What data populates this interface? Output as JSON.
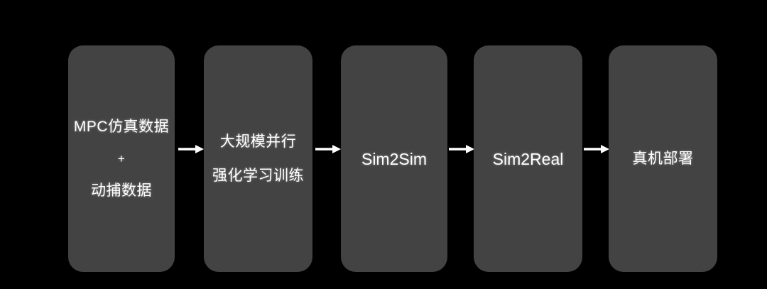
{
  "diagram": {
    "background_color": "#000000",
    "box_color": "#434343",
    "text_color": "#ffffff",
    "arrow_color": "#ffffff",
    "stages": [
      {
        "id": "mpc-sim-data",
        "lines": [
          "MPC仿真数据",
          "+",
          "动捕数据"
        ]
      },
      {
        "id": "massive-parallel-rl-training",
        "lines": [
          "大规模并行",
          "强化学习训练"
        ]
      },
      {
        "id": "sim2sim",
        "lines": [
          "Sim2Sim"
        ]
      },
      {
        "id": "sim2real",
        "lines": [
          "Sim2Real"
        ]
      },
      {
        "id": "real-robot-deployment",
        "lines": [
          "真机部署"
        ]
      }
    ],
    "connectors": [
      {
        "id": "arrow-1",
        "icon": "arrow-right-icon"
      },
      {
        "id": "arrow-2",
        "icon": "arrow-right-icon"
      },
      {
        "id": "arrow-3",
        "icon": "arrow-right-icon"
      },
      {
        "id": "arrow-4",
        "icon": "arrow-right-icon"
      }
    ]
  }
}
